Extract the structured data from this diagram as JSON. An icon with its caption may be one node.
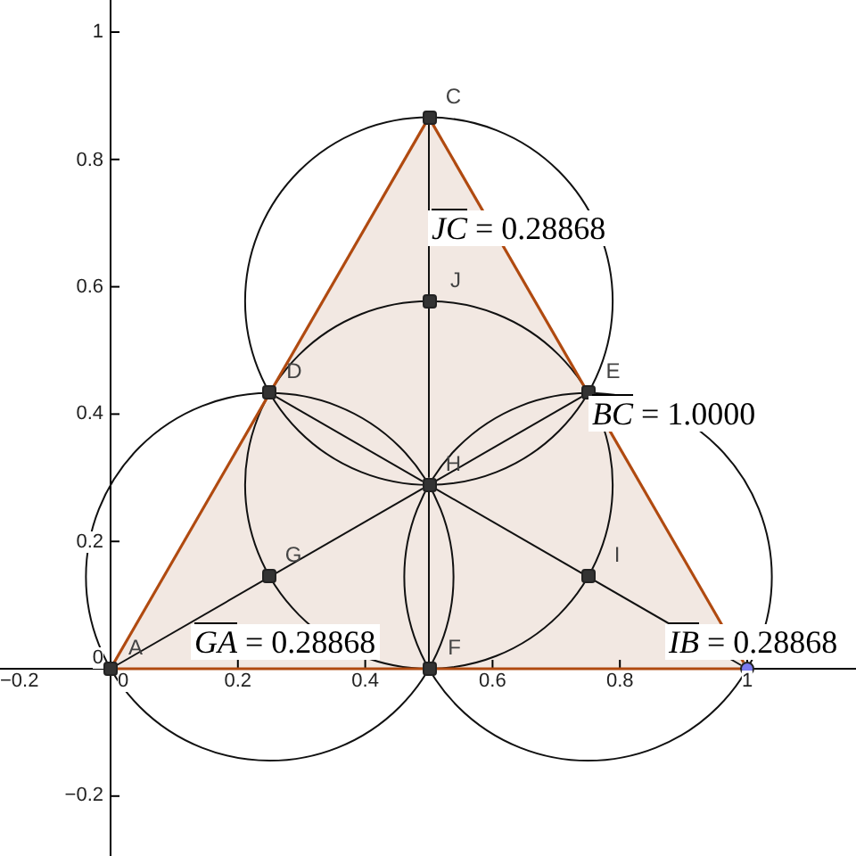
{
  "diagram": {
    "nodes": [
      {
        "text": [
          "A"
        ]
      },
      {
        "text": [],
        "shape": "circle"
      },
      {
        "text": [
          "C"
        ]
      },
      {
        "text": [
          "D"
        ]
      },
      {
        "text": [
          "E"
        ]
      },
      {
        "text": [
          "F"
        ]
      },
      {
        "text": [
          "G"
        ]
      },
      {
        "text": [
          "H"
        ]
      },
      {
        "text": [
          "I"
        ]
      },
      {
        "text": [
          "J"
        ]
      }
    ],
    "edges": [
      {
        "from": 0,
        "to": 1,
        "arrow": "none",
        "color": "#b04a10"
      },
      {
        "from": 1,
        "to": 2,
        "arrow": "none",
        "color": "#b04a10"
      },
      {
        "from": 2,
        "to": 0,
        "arrow": "none",
        "color": "#b04a10"
      },
      {
        "from": 7,
        "to": 0,
        "arrow": "none"
      },
      {
        "from": 7,
        "to": 1,
        "arrow": "none"
      },
      {
        "from": 7,
        "to": 2,
        "arrow": "none"
      },
      {
        "from": 7,
        "to": 3,
        "arrow": "none"
      },
      {
        "from": 7,
        "to": 4,
        "arrow": "none"
      },
      {
        "from": 7,
        "to": 5,
        "arrow": "none"
      }
    ],
    "labels": [
      "1",
      "0.8",
      "0.6",
      "0.4",
      "0.2",
      "0",
      "−0.2",
      "−0.2",
      "0",
      "0.2",
      "0.4",
      "0.6",
      "0.8",
      "1",
      "JC = 0.28868",
      "BC = 1.0000",
      "GA = 0.28868",
      "IB = 0.28868"
    ]
  }
}
